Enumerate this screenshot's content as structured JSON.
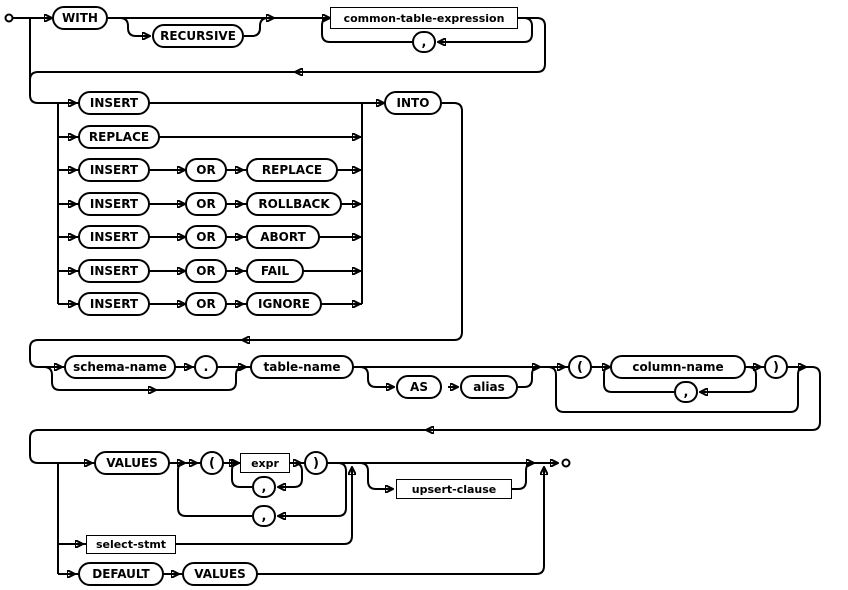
{
  "colors": {
    "line": "#000000",
    "box_fill": "#ffffff",
    "text": "#000000"
  },
  "keywords": {
    "with": "WITH",
    "recursive": "RECURSIVE",
    "insert": "INSERT",
    "replace": "REPLACE",
    "or": "OR",
    "rollback": "ROLLBACK",
    "abort": "ABORT",
    "fail": "FAIL",
    "ignore": "IGNORE",
    "into": "INTO",
    "as": "AS",
    "values": "VALUES",
    "default": "DEFAULT"
  },
  "tokens": {
    "schema_name": "schema-name",
    "table_name": "table-name",
    "column_name": "column-name",
    "alias": "alias"
  },
  "nonterminals": {
    "common_table_expression": "common-table-expression",
    "expr": "expr",
    "upsert_clause": "upsert-clause",
    "select_stmt": "select-stmt"
  },
  "punctuation": {
    "comma": ",",
    "dot": ".",
    "lparen": "(",
    "rparen": ")"
  }
}
